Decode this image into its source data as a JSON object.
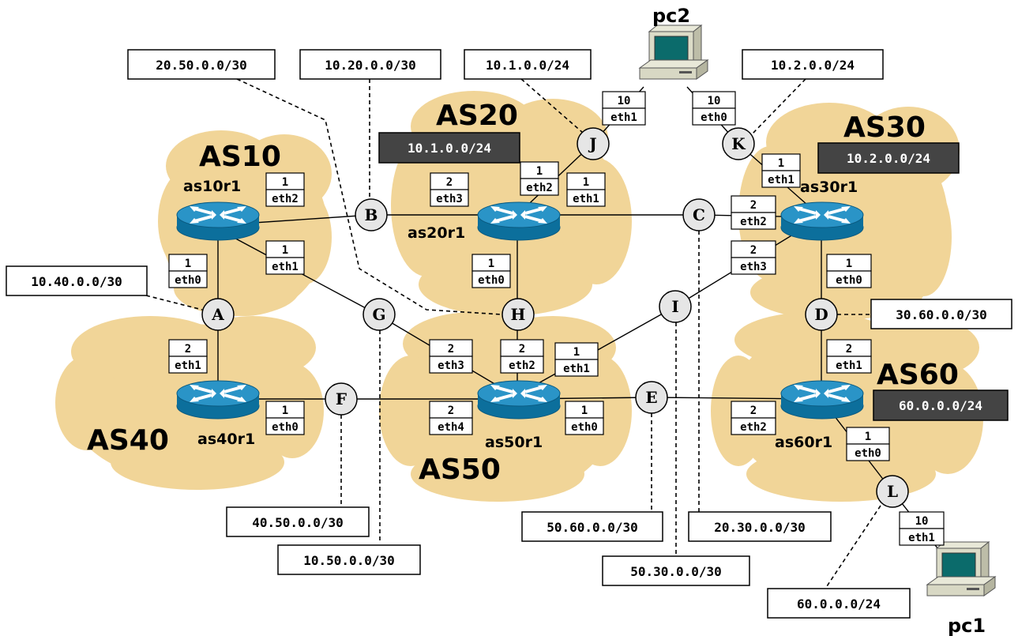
{
  "autonomous_systems": [
    {
      "id": "as10",
      "label": "AS10"
    },
    {
      "id": "as20",
      "label": "AS20"
    },
    {
      "id": "as30",
      "label": "AS30"
    },
    {
      "id": "as40",
      "label": "AS40"
    },
    {
      "id": "as50",
      "label": "AS50"
    },
    {
      "id": "as60",
      "label": "AS60"
    }
  ],
  "routers": [
    {
      "id": "as10r1",
      "label": "as10r1"
    },
    {
      "id": "as20r1",
      "label": "as20r1"
    },
    {
      "id": "as30r1",
      "label": "as30r1"
    },
    {
      "id": "as40r1",
      "label": "as40r1"
    },
    {
      "id": "as50r1",
      "label": "as50r1"
    },
    {
      "id": "as60r1",
      "label": "as60r1"
    }
  ],
  "hosts": [
    {
      "id": "pc1",
      "label": "pc1"
    },
    {
      "id": "pc2",
      "label": "pc2"
    }
  ],
  "collision_domains": [
    {
      "id": "A",
      "label": "A"
    },
    {
      "id": "B",
      "label": "B"
    },
    {
      "id": "C",
      "label": "C"
    },
    {
      "id": "D",
      "label": "D"
    },
    {
      "id": "E",
      "label": "E"
    },
    {
      "id": "F",
      "label": "F"
    },
    {
      "id": "G",
      "label": "G"
    },
    {
      "id": "H",
      "label": "H"
    },
    {
      "id": "I",
      "label": "I"
    },
    {
      "id": "J",
      "label": "J"
    },
    {
      "id": "K",
      "label": "K"
    },
    {
      "id": "L",
      "label": "L"
    }
  ],
  "announced_networks": [
    {
      "id": "as20-net",
      "as": "AS20",
      "label": "10.1.0.0/24"
    },
    {
      "id": "as30-net",
      "as": "AS30",
      "label": "10.2.0.0/24"
    },
    {
      "id": "as60-net",
      "as": "AS60",
      "label": "60.0.0.0/24"
    }
  ],
  "subnets": [
    {
      "id": "A",
      "label": "10.40.0.0/30"
    },
    {
      "id": "B",
      "label": "10.20.0.0/30"
    },
    {
      "id": "C",
      "label": "20.30.0.0/30"
    },
    {
      "id": "D",
      "label": "30.60.0.0/30"
    },
    {
      "id": "E",
      "label": "50.60.0.0/30"
    },
    {
      "id": "F",
      "label": "40.50.0.0/30"
    },
    {
      "id": "G",
      "label": "10.50.0.0/30"
    },
    {
      "id": "H",
      "label": "20.50.0.0/30"
    },
    {
      "id": "I",
      "label": "50.30.0.0/30"
    },
    {
      "id": "J",
      "label": "10.1.0.0/24"
    },
    {
      "id": "K",
      "label": "10.2.0.0/24"
    },
    {
      "id": "L",
      "label": "60.0.0.0/24"
    }
  ],
  "interfaces": [
    {
      "id": "as10r1-eth2",
      "host": "1",
      "iface": "eth2"
    },
    {
      "id": "as10r1-eth0",
      "host": "1",
      "iface": "eth0"
    },
    {
      "id": "as10r1-eth1",
      "host": "1",
      "iface": "eth1"
    },
    {
      "id": "as20r1-eth3",
      "host": "2",
      "iface": "eth3"
    },
    {
      "id": "as20r1-eth2",
      "host": "1",
      "iface": "eth2"
    },
    {
      "id": "as20r1-eth1",
      "host": "1",
      "iface": "eth1"
    },
    {
      "id": "as20r1-eth0",
      "host": "1",
      "iface": "eth0"
    },
    {
      "id": "as30r1-eth1",
      "host": "1",
      "iface": "eth1"
    },
    {
      "id": "as30r1-eth2",
      "host": "2",
      "iface": "eth2"
    },
    {
      "id": "as30r1-eth3",
      "host": "2",
      "iface": "eth3"
    },
    {
      "id": "as30r1-eth0",
      "host": "1",
      "iface": "eth0"
    },
    {
      "id": "as40r1-eth1",
      "host": "2",
      "iface": "eth1"
    },
    {
      "id": "as40r1-eth0",
      "host": "1",
      "iface": "eth0"
    },
    {
      "id": "as50r1-eth3",
      "host": "2",
      "iface": "eth3"
    },
    {
      "id": "as50r1-eth2",
      "host": "2",
      "iface": "eth2"
    },
    {
      "id": "as50r1-eth1",
      "host": "1",
      "iface": "eth1"
    },
    {
      "id": "as50r1-eth4",
      "host": "2",
      "iface": "eth4"
    },
    {
      "id": "as50r1-eth0",
      "host": "1",
      "iface": "eth0"
    },
    {
      "id": "as60r1-eth1",
      "host": "2",
      "iface": "eth1"
    },
    {
      "id": "as60r1-eth2",
      "host": "2",
      "iface": "eth2"
    },
    {
      "id": "as60r1-eth0",
      "host": "1",
      "iface": "eth0"
    },
    {
      "id": "pc2-eth1",
      "host": "10",
      "iface": "eth1"
    },
    {
      "id": "pc2-eth0",
      "host": "10",
      "iface": "eth0"
    },
    {
      "id": "pc1-eth1",
      "host": "10",
      "iface": "eth1"
    }
  ],
  "colors": {
    "cloud": "#f1d598",
    "router_top": "#2a94c7",
    "router_side": "#0c6f9c",
    "node_fill": "#e6e6e6",
    "dark_box": "#444444"
  }
}
